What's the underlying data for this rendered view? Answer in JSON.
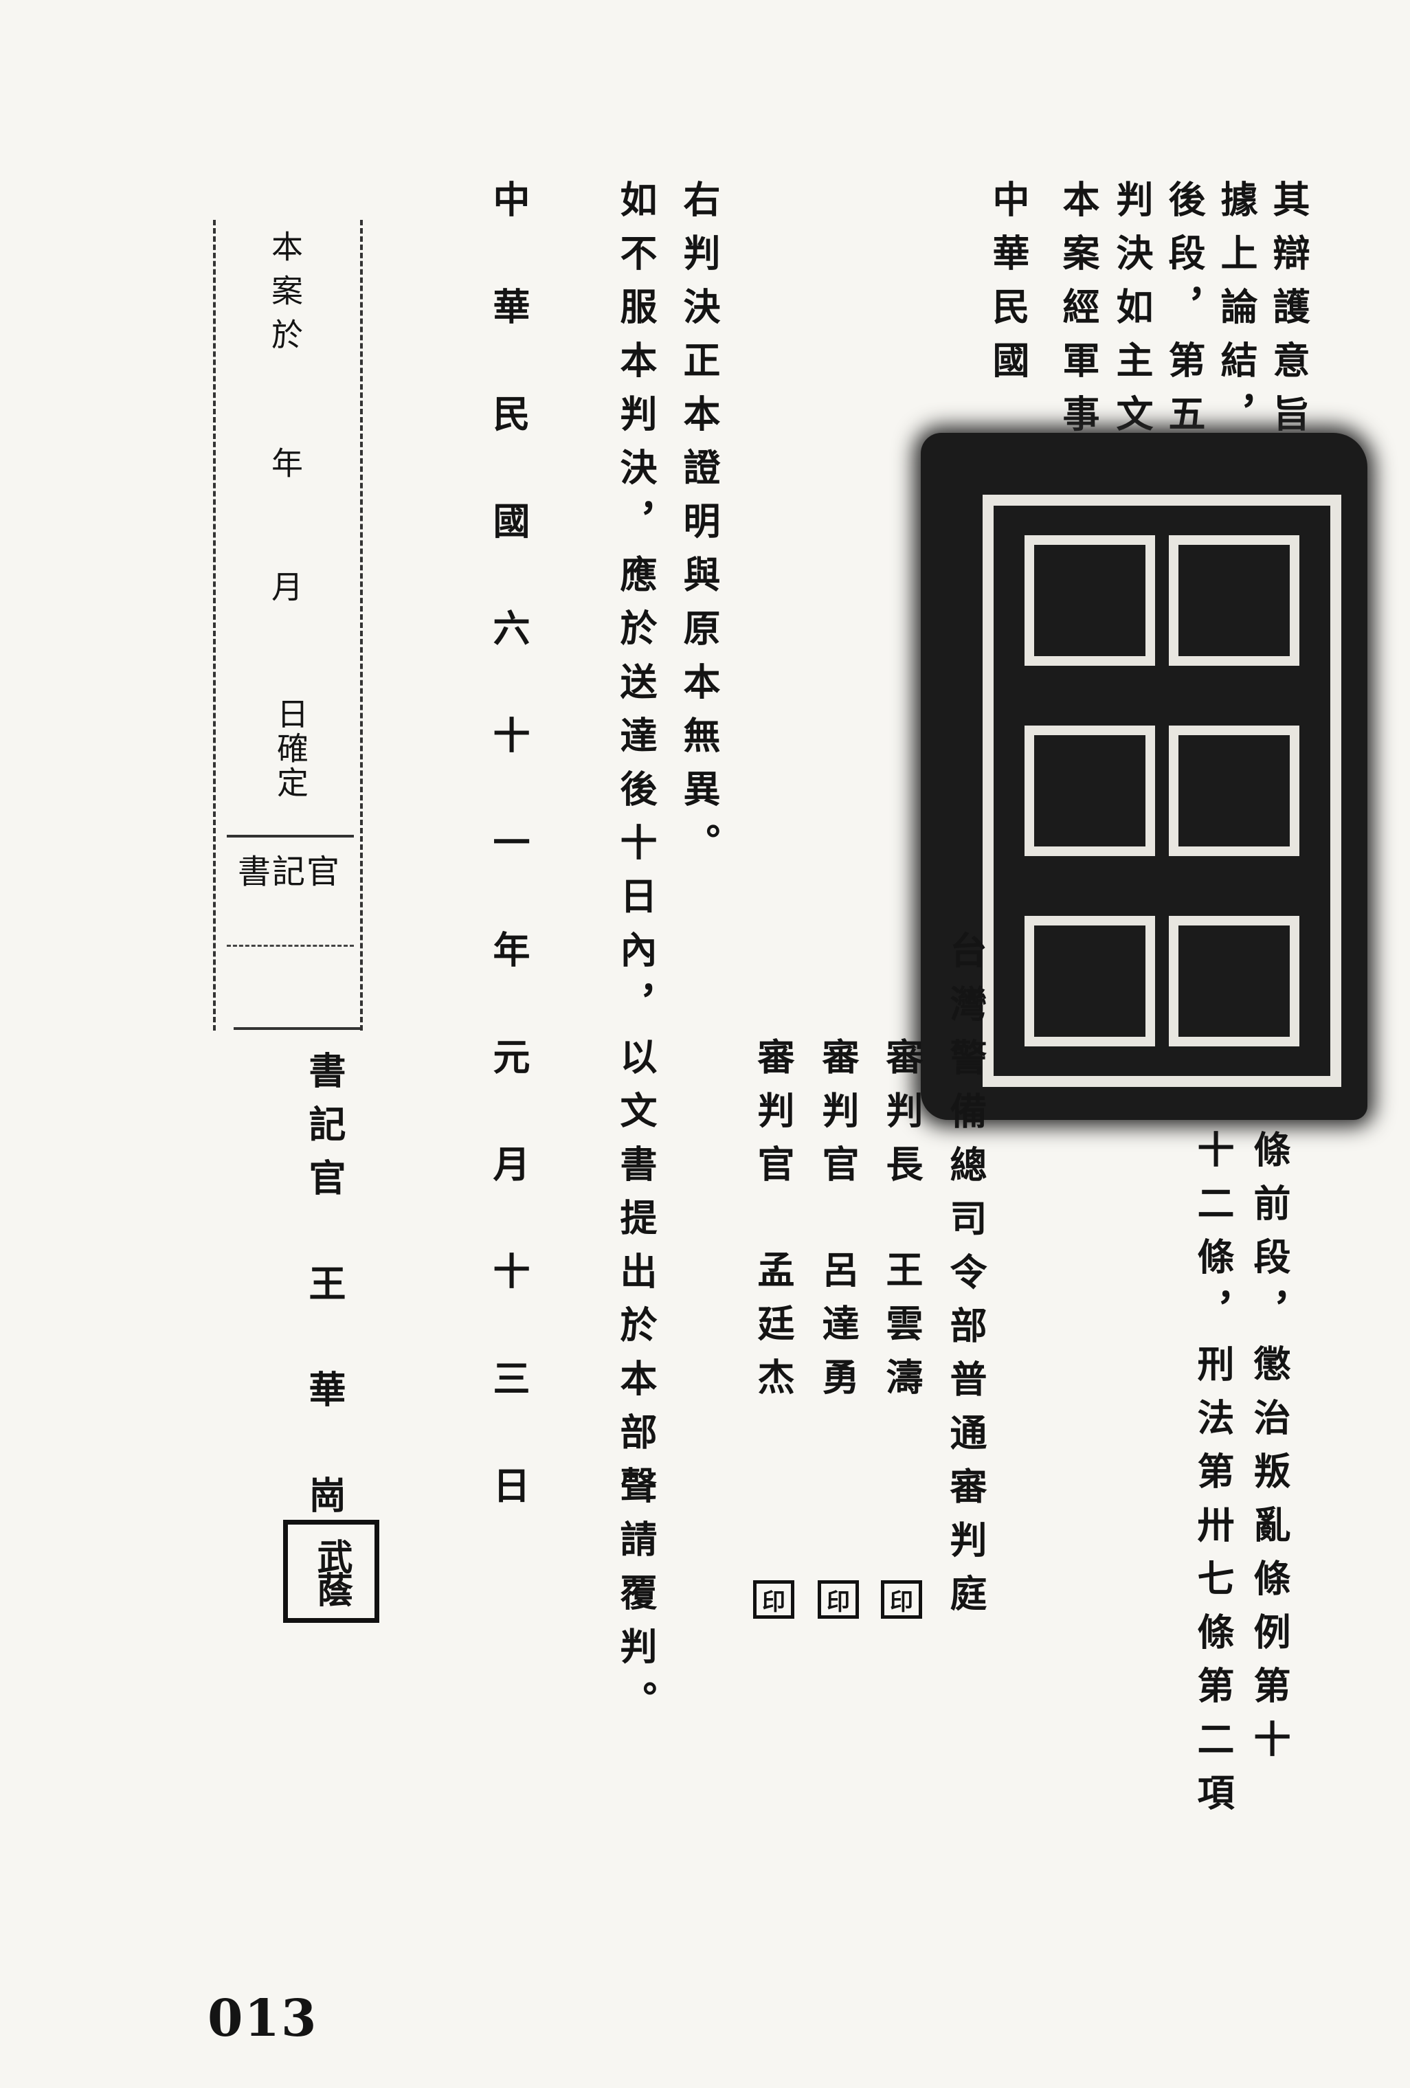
{
  "main_text": {
    "col1": "其辯護意旨",
    "col2": "據上論結，",
    "col3": "後段，第五",
    "col4": "判決如主文",
    "col5": "本案經軍事",
    "col6": "中華民國",
    "cont2": "條前段，懲治叛亂條例第十",
    "cont3": "十二條，刑法第卅七條第二項"
  },
  "court": {
    "name": "台灣警備總司令部普通審判庭",
    "presiding_title": "審判長",
    "presiding_name": "王雲濤",
    "judge1_title": "審判官",
    "judge1_name": "呂達勇",
    "judge2_title": "審判官",
    "judge2_name": "孟廷杰",
    "stamp_char": "印"
  },
  "certification": {
    "line1": "右判決正本證明與原本無異。",
    "line2": "如不服本判決，應於送達後十日內，以文書提出於本部聲請覆判。"
  },
  "date_line": "中華民國六十一年元月十三日",
  "finality_box": {
    "line1": "本案於",
    "line2": "年",
    "line3": "月",
    "line4": "日",
    "line5": "確定",
    "clerk_label": "書記官"
  },
  "clerk": {
    "title": "書記官",
    "name": "王華崗"
  },
  "page_number": "013"
}
